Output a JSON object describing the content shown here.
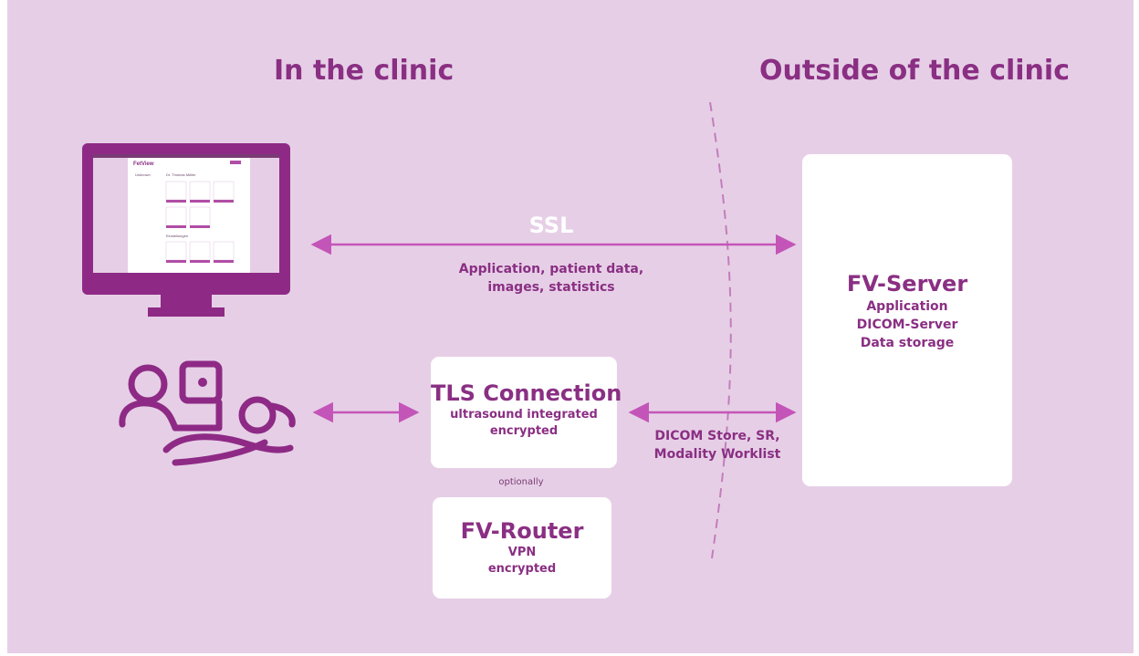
{
  "headings": {
    "left": "In the clinic",
    "right": "Outside of the clinic"
  },
  "ssl": {
    "label": "SSL",
    "description_lines": [
      "Application, patient data,",
      "images, statistics"
    ]
  },
  "tls_box": {
    "title": "TLS Connection",
    "lines": [
      "ultrasound integrated",
      "encrypted"
    ]
  },
  "optional_label": "optionally",
  "router_box": {
    "title": "FV-Router",
    "lines": [
      "VPN",
      "encrypted"
    ]
  },
  "dicom": {
    "lines": [
      "DICOM Store, SR,",
      "Modality Worklist"
    ]
  },
  "server_box": {
    "title": "FV-Server",
    "lines": [
      "Application",
      "DICOM-Server",
      "Data storage"
    ]
  },
  "monitor_screen": {
    "logo": "FetView",
    "user": "Dr. Thomas Müller",
    "sidebar_heading": "Unknown",
    "section_label": "Einstellungen"
  },
  "icons": [
    "monitor-icon",
    "ultrasound-icon"
  ],
  "colors": {
    "background": "#e6cfe6",
    "accent": "#8a2f83",
    "arrow": "#c455b8",
    "box": "#ffffff"
  }
}
